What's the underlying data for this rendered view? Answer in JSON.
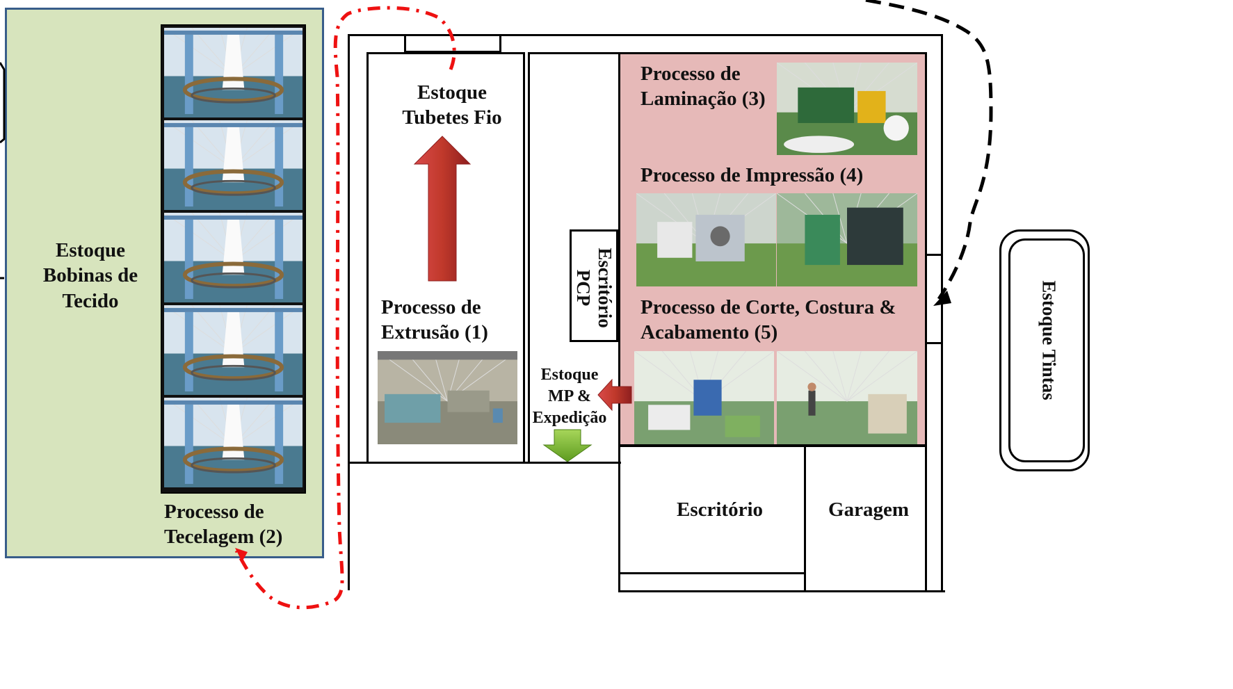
{
  "colors": {
    "weaving_area": "#d7e4bd",
    "weaving_border": "#385d8a",
    "process_area": "#e6b9b8",
    "red_path": "#ee1111",
    "arrow_red": "#c0392b",
    "arrow_green": "#76b82a"
  },
  "areas": {
    "estoque_bobinas": "Estoque Bobinas de Tecido",
    "processo_tecelagem": "Processo de Tecelagem (2)",
    "estoque_tubetes": "Estoque Tubetes Fio",
    "processo_extrusao": "Processo de Extrusão (1)",
    "escritorio_pcp_line1": "Escritório",
    "escritorio_pcp_line2": "PCP",
    "estoque_mp_line1": "Estoque",
    "estoque_mp_line2": "MP &",
    "estoque_mp_line3": "Expedição",
    "processo_laminacao": "Processo de Laminação (3)",
    "processo_impressao": "Processo de Impressão (4)",
    "processo_corte": "Processo de Corte, Costura & Acabamento (5)",
    "escritorio": "Escritório",
    "garagem": "Garagem",
    "estoque_tintas": "Estoque Tintas"
  },
  "photos": {
    "tecelagem_count": 5,
    "types": [
      "circular-loom",
      "extrusion-line",
      "lamination-machine",
      "printing-press",
      "cutting-sewing"
    ]
  }
}
